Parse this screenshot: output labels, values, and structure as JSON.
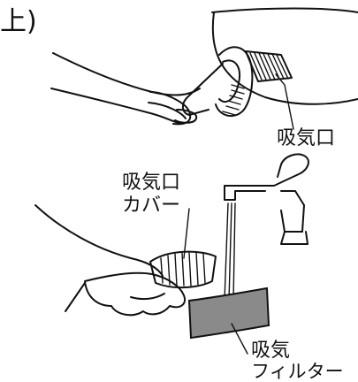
{
  "step_mark": "上)",
  "labels": {
    "intake": "吸気口",
    "intake_cover_line1": "吸気口",
    "intake_cover_line2": "カバー",
    "filter_line1": "吸気",
    "filter_line2": "フィルター"
  },
  "colors": {
    "ink": "#111111",
    "filter_fill": "#8a8a8a",
    "background": "#ffffff"
  }
}
